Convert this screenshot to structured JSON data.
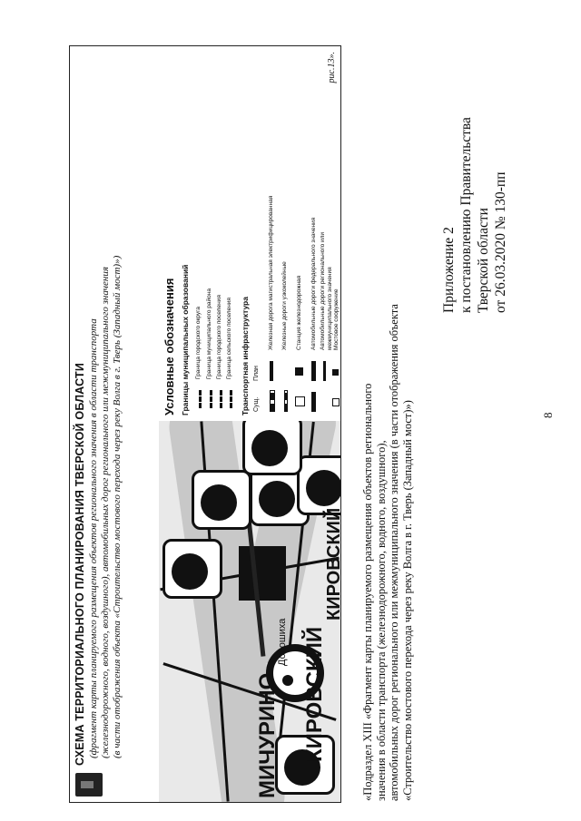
{
  "page_number": "8",
  "appendix": {
    "line1": "Приложение 2",
    "line2": "к постановлению Правительства",
    "line3": "Тверской области",
    "line4": "от 26.03.2020 № 130-пп"
  },
  "intro": {
    "line1": "«Подраздел XIII «Фрагмент карты планируемого размещения объектов регионального",
    "line2": "значения в области транспорта (железнодорожного, водного, воздушного),",
    "line3": "автомобильных дорог регионального или межмуниципального значения (в части отображения объекта",
    "line4": "«Строительство мостового перехода через реку Волга в г. Тверь (Западный мост)»)"
  },
  "figure": {
    "title": "СХЕМА ТЕРРИТОРИАЛЬНОГО ПЛАНИРОВАНИЯ ТВЕРСКОЙ ОБЛАСТИ",
    "sub1": "(фрагмент карты планируемого размещения объектов регионального значения в области транспорта",
    "sub2": "(железнодорожного, водного, воздушного), автомобильных дорог регионального или межмуниципального значения",
    "sub3": "(в части отображения объекта «Строительство мостового перехода через реку Волга в г. Тверь (Западный мост)»)",
    "map_labels": {
      "michurino": "МИЧУРИНО",
      "kirovsky": "КИРОВСКИЙ",
      "kirovsky2": "КИРОВСКИЙ",
      "doroshikha": "Дорошиха"
    },
    "legend": {
      "title": "Условные обозначения",
      "section1": "Границы муниципальных образований",
      "b1": "Граница городского округа",
      "b2": "Граница муниципального района",
      "b3": "Граница городского поселения",
      "b4": "Граница сельского поселения",
      "section2": "Транспортная инфраструктура",
      "col_exist": "Сущ.",
      "col_plan": "План",
      "t1": "Железная дорога магистральная электрифицированная",
      "t2": "Железные дороги узкоколейные",
      "t3": "Станция железнодорожная",
      "t4": "Автомобильные дороги федерального значения",
      "t5": "Автомобильные дороги регионального или",
      "t5b": "межмуниципального значения",
      "t6": "Мостовое сооружение"
    },
    "fig_num": "рис.13»."
  }
}
